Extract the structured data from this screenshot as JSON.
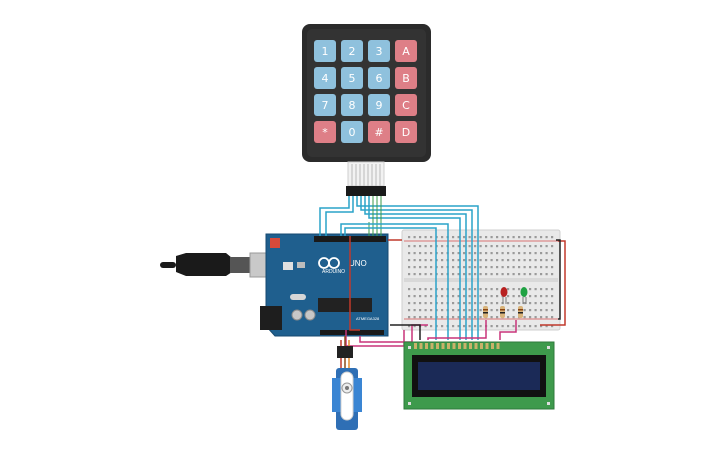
{
  "keypad": {
    "keys": [
      [
        "1",
        "2",
        "3",
        "A"
      ],
      [
        "4",
        "5",
        "6",
        "B"
      ],
      [
        "7",
        "8",
        "9",
        "C"
      ],
      [
        "*",
        "0",
        "#",
        "D"
      ]
    ],
    "colors": {
      "digit": "#8fc1dd",
      "letter": "#de7f87",
      "body": "#2b2b2b"
    }
  },
  "arduino": {
    "brand": "ARDUINO",
    "model": "UNO",
    "chip_label": "ATMEGA328",
    "color": "#1f5f8e"
  },
  "wire_colors": {
    "signal": "#2aa3c9",
    "power": "#c0392b",
    "pink": "#c8347a",
    "ground": "#222222"
  },
  "leds": [
    {
      "color": "#b72020"
    },
    {
      "color": "#1fa243"
    }
  ],
  "lcd": {
    "board_color": "#3e9a4c",
    "screen_color": "#1b2a57"
  }
}
